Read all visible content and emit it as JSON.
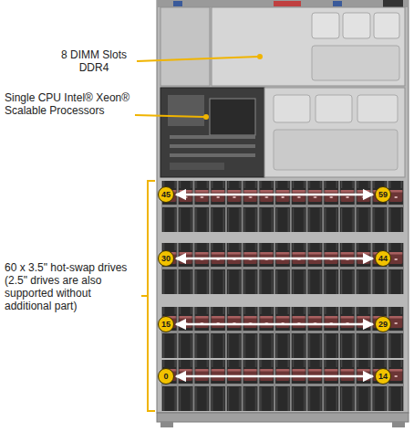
{
  "diagram": {
    "nodes": [
      {
        "text": [
          "45"
        ]
      },
      {
        "text": [
          "59"
        ]
      },
      {
        "text": [
          "30"
        ]
      },
      {
        "text": [
          "44"
        ]
      },
      {
        "text": [
          "15"
        ]
      },
      {
        "text": [
          "29"
        ]
      },
      {
        "text": [
          "0"
        ]
      },
      {
        "text": [
          "14"
        ]
      }
    ],
    "edges": [
      {
        "from": 0,
        "to": 1,
        "arrow": "both"
      },
      {
        "from": 2,
        "to": 3,
        "arrow": "both"
      },
      {
        "from": 4,
        "to": 5,
        "arrow": "both"
      },
      {
        "from": 6,
        "to": 7,
        "arrow": "both"
      }
    ],
    "labels": [
      "8 DIMM Slots DDR4",
      "Single CPU Intel® Xeon® Scalable Processors",
      "60 x 3.5\" hot-swap drives (2.5\" drives are also supported without additional part)"
    ]
  }
}
